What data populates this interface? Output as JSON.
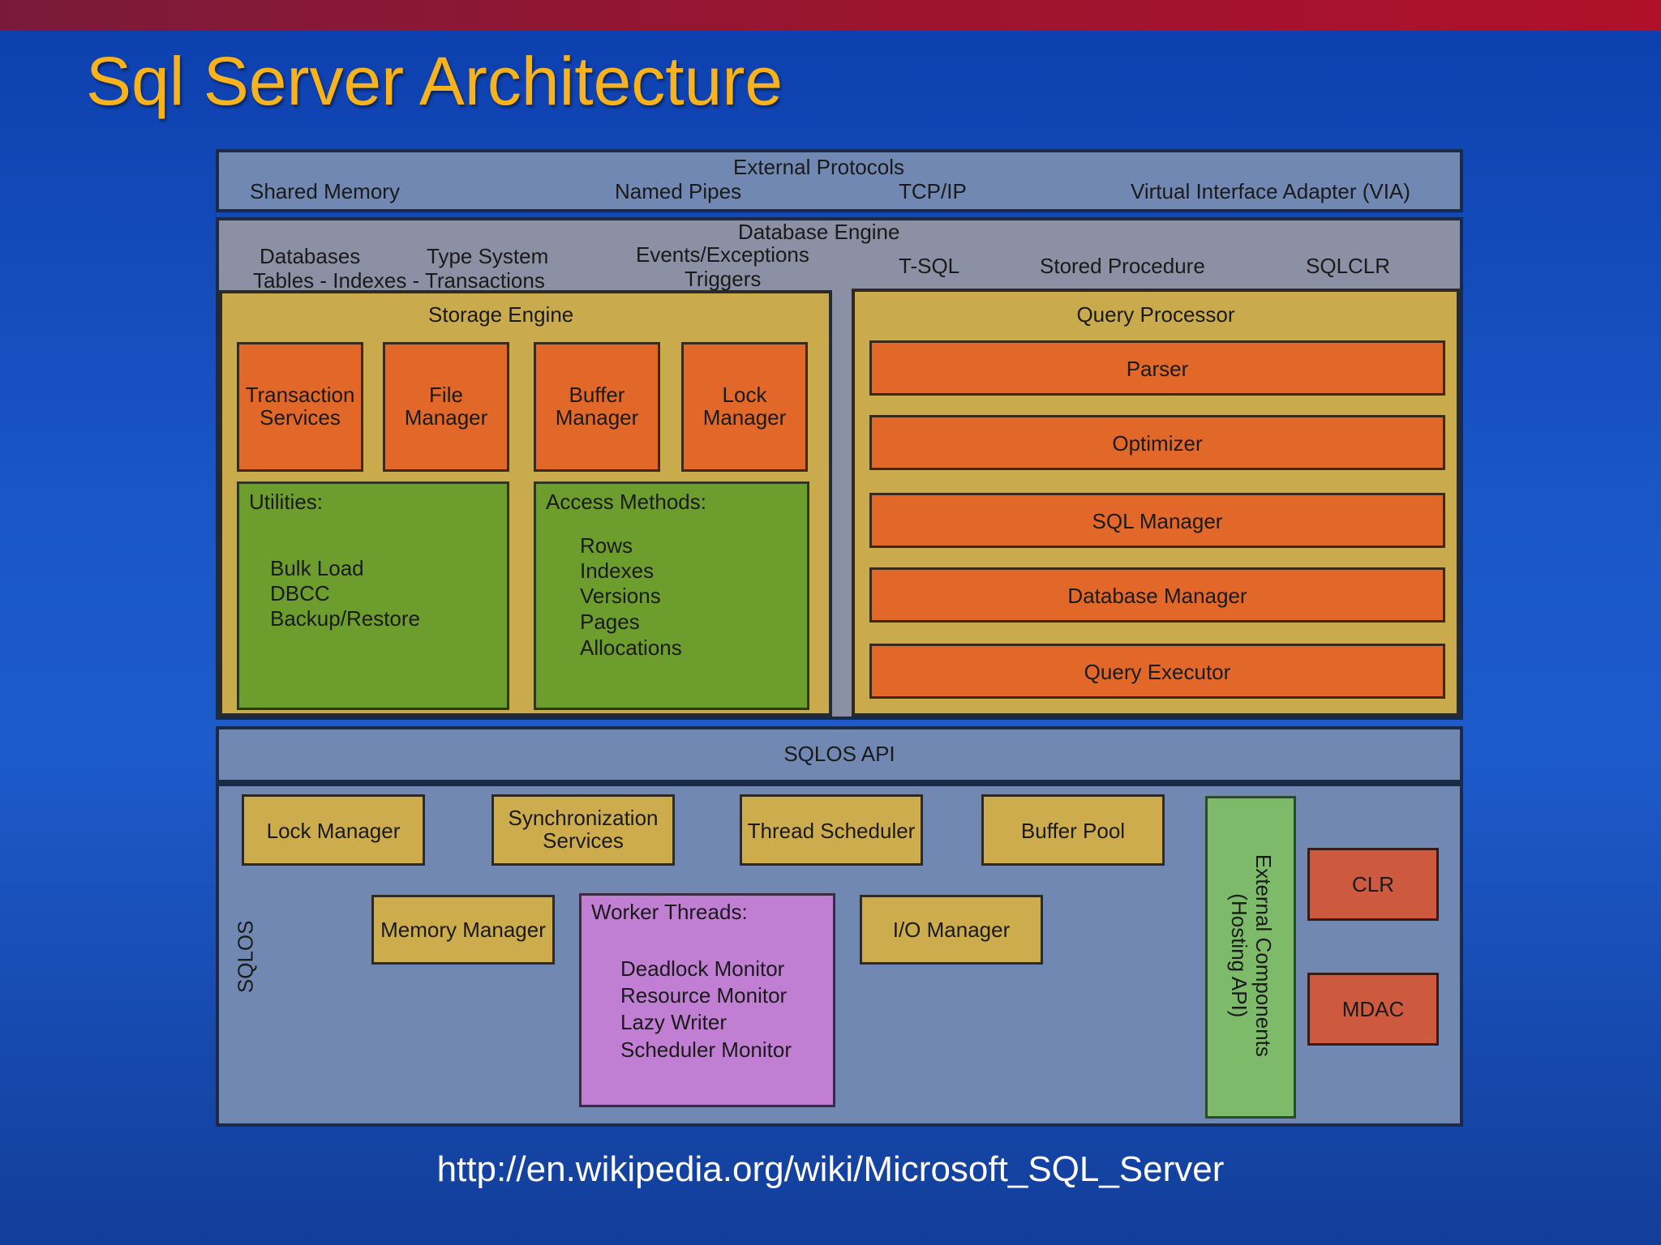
{
  "slide": {
    "title": "Sql Server Architecture",
    "source_url": "http://en.wikipedia.org/wiki/Microsoft_SQL_Server"
  },
  "external_protocols": {
    "label": "External Protocols",
    "items": [
      "Shared Memory",
      "Named Pipes",
      "TCP/IP",
      "Virtual Interface Adapter (VIA)"
    ]
  },
  "database_engine": {
    "label": "Database Engine",
    "databases": "Databases",
    "type_system": "Type System",
    "tables_line": "Tables - Indexes - Transactions",
    "events": "Events/Exceptions",
    "triggers": "Triggers",
    "tsql": "T-SQL",
    "stored_procedure": "Stored Procedure",
    "sqlclr": "SQLCLR"
  },
  "storage_engine": {
    "label": "Storage Engine",
    "components": [
      {
        "line1": "Transaction",
        "line2": "Services"
      },
      {
        "line1": "File",
        "line2": "Manager"
      },
      {
        "line1": "Buffer",
        "line2": "Manager"
      },
      {
        "line1": "Lock",
        "line2": "Manager"
      }
    ],
    "utilities": {
      "label": "Utilities:",
      "items": [
        "Bulk Load",
        "DBCC",
        "Backup/Restore"
      ]
    },
    "access_methods": {
      "label": "Access Methods:",
      "items": [
        "Rows",
        "Indexes",
        "Versions",
        "Pages",
        "Allocations"
      ]
    }
  },
  "query_processor": {
    "label": "Query Processor",
    "items": [
      "Parser",
      "Optimizer",
      "SQL Manager",
      "Database Manager",
      "Query Executor"
    ]
  },
  "sqlos_api": {
    "label": "SQLOS API"
  },
  "sqlos": {
    "label": "SQLOS",
    "lock_manager": "Lock Manager",
    "sync_line1": "Synchronization",
    "sync_line2": "Services",
    "thread_scheduler": "Thread Scheduler",
    "buffer_pool": "Buffer Pool",
    "memory_manager": "Memory Manager",
    "io_manager": "I/O Manager",
    "worker_threads": {
      "label": "Worker Threads:",
      "items": [
        "Deadlock Monitor",
        "Resource Monitor",
        "Lazy Writer",
        "Scheduler Monitor"
      ]
    },
    "external_components": {
      "line1": "External Components",
      "line2": "(Hosting API)"
    },
    "clr": "CLR",
    "mdac": "MDAC"
  },
  "colors": {
    "title": "#f8b31c",
    "orange": "#e2682a",
    "green": "#6d9d2c",
    "tan": "#c9ab4e",
    "slate": "#7188b3",
    "purple": "#c17fd4",
    "light_green": "#7dbb6a",
    "red": "#cd5a3e"
  }
}
